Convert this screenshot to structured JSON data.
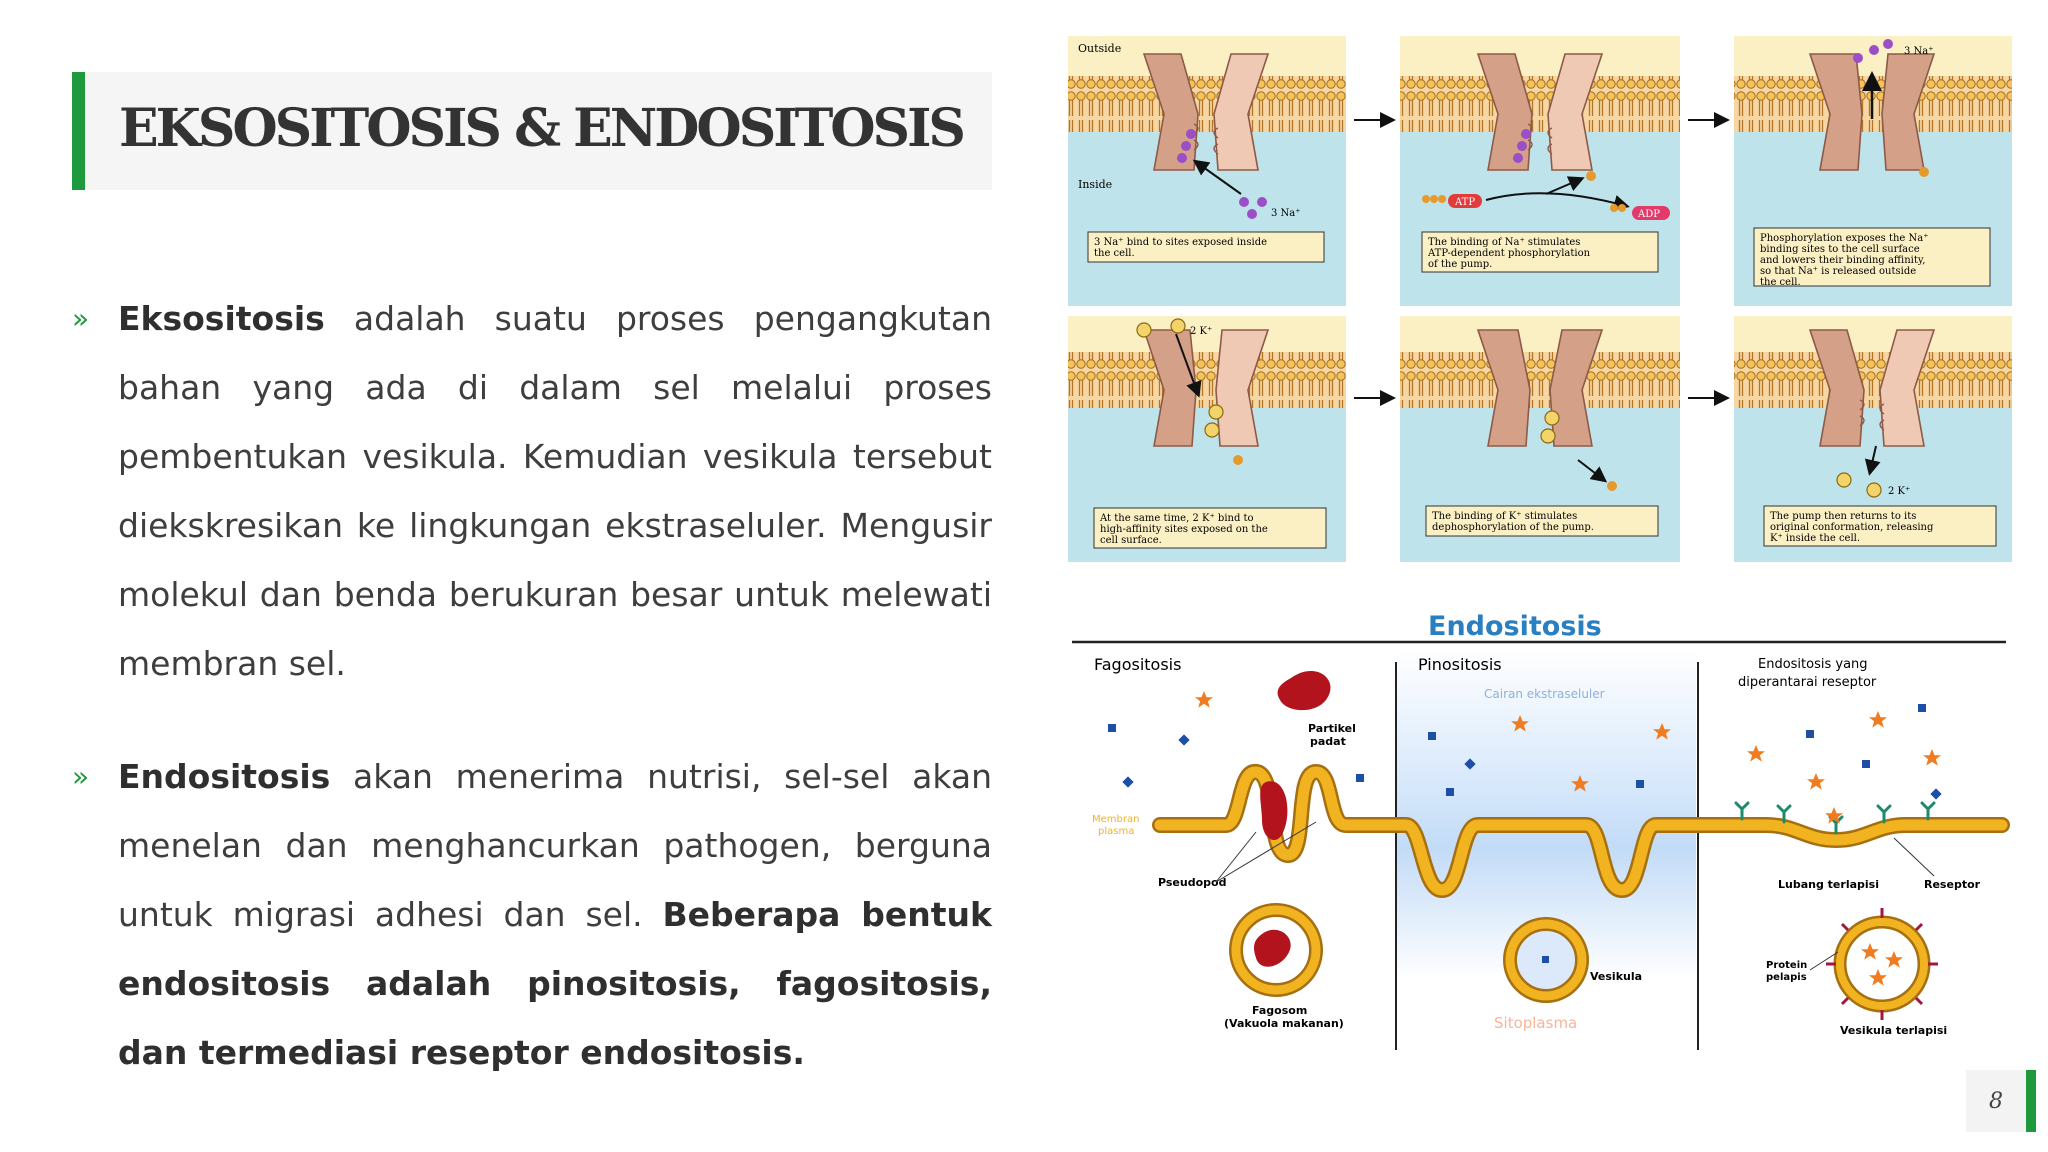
{
  "slide": {
    "title": "EKSOSITOSIS & ENDOSITOSIS",
    "page_number": "8",
    "accent_color": "#1e9a3c",
    "bullet_marker": "»"
  },
  "bullets": [
    {
      "term": "Eksositosis",
      "text": " adalah suatu proses pengangkutan bahan yang ada di dalam sel melalui proses pembentukan vesikula. Kemudian vesikula tersebut diekskresikan ke lingkungan ekstraseluler. Mengusir molekul dan benda berukuran besar untuk melewati membran sel."
    },
    {
      "term": "Endositosis",
      "text": " akan menerima nutrisi, sel-sel akan menelan dan menghancurkan pathogen, berguna untuk migrasi adhesi dan sel. ",
      "bold_tail": "Beberapa bentuk endositosis adalah pinositosis, fagositosis, dan termediasi reseptor endositosis."
    }
  ],
  "pump_figure": {
    "label_outside": "Outside",
    "label_inside": "Inside",
    "na_label": "3 Na⁺",
    "k_label": "2 K⁺",
    "atp": "ATP",
    "adp": "ADP",
    "captions": [
      [
        "3 Na⁺ bind to sites exposed inside",
        "the cell."
      ],
      [
        "The binding of Na⁺ stimulates",
        "ATP-dependent phosphorylation",
        "of the pump."
      ],
      [
        "Phosphorylation exposes the Na⁺",
        "binding sites to the cell surface",
        "and lowers their binding affinity,",
        "so that Na⁺ is released outside",
        "the cell."
      ],
      [
        "At the same time, 2 K⁺ bind to",
        "high-affinity sites exposed on the",
        "cell surface."
      ],
      [
        "The binding of K⁺ stimulates",
        "dephosphorylation of the pump."
      ],
      [
        "The pump then returns to its",
        "original conformation, releasing",
        "K⁺ inside the cell."
      ]
    ]
  },
  "endo_figure": {
    "title": "Endositosis",
    "sections": [
      "Fagositosis",
      "Pinositosis",
      "Endositosis yang",
      "diperantarai reseptor"
    ],
    "labels": {
      "partikel": "Partikel",
      "padat": "padat",
      "membran": "Membran",
      "plasma": "plasma",
      "pseudopod": "Pseudopod",
      "fagosom": "Fagosom",
      "vakuola": "(Vakuola makanan)",
      "cairan": "Cairan ekstraseluler",
      "vesikula": "Vesikula",
      "sitoplasma": "Sitoplasma",
      "lubang": "Lubang terlapisi",
      "reseptor": "Reseptor",
      "protein": "Protein",
      "pelapis": "pelapis",
      "vesikula_terlapisi": "Vesikula terlapisi"
    },
    "colors": {
      "title": "#2a7fc1",
      "membrane": "#f2b320",
      "particle": "#b3131c",
      "star": "#f07c21",
      "dot": "#1d4fa8"
    }
  }
}
